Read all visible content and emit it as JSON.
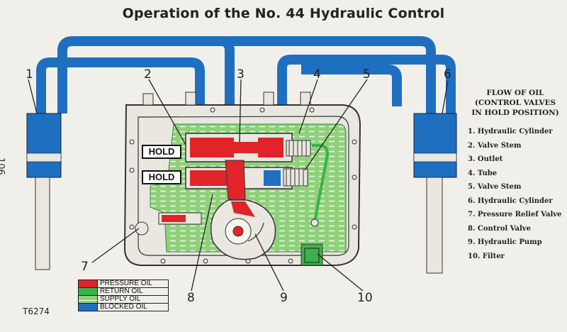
{
  "title": "Operation of the No. 44 Hydraulic Control",
  "page_number": "106",
  "figure_code": "T6274",
  "callouts": [
    "1",
    "2",
    "3",
    "4",
    "5",
    "6",
    "7",
    "8",
    "9",
    "10"
  ],
  "hold_labels": [
    "HOLD",
    "HOLD"
  ],
  "legend": [
    {
      "label": "PRESSURE OIL",
      "color": "#e0242a"
    },
    {
      "label": "RETURN OIL",
      "color": "#3cb24a"
    },
    {
      "label": "SUPPLY OIL",
      "color": "#8fd17a"
    },
    {
      "label": "BLOCKED OIL",
      "color": "#1f6fc1"
    }
  ],
  "side_panel": {
    "title_lines": [
      "FLOW OF OIL",
      "(CONTROL VALVES",
      "IN HOLD POSITION)"
    ],
    "items": [
      "1. Hydraulic Cylinder",
      "2. Valve Stem",
      "3. Outlet",
      "4. Tube",
      "5. Valve Stem",
      "6. Hydraulic Cylinder",
      "7. Pressure Relief Valve",
      "8. Control Valve",
      "9. Hydraulic Pump",
      "10. Filter"
    ]
  },
  "colors": {
    "pressure": "#e0242a",
    "return": "#3cb24a",
    "supply": "#8fd17a",
    "blocked": "#1f6fc1",
    "housing": "#e9e7e0"
  }
}
